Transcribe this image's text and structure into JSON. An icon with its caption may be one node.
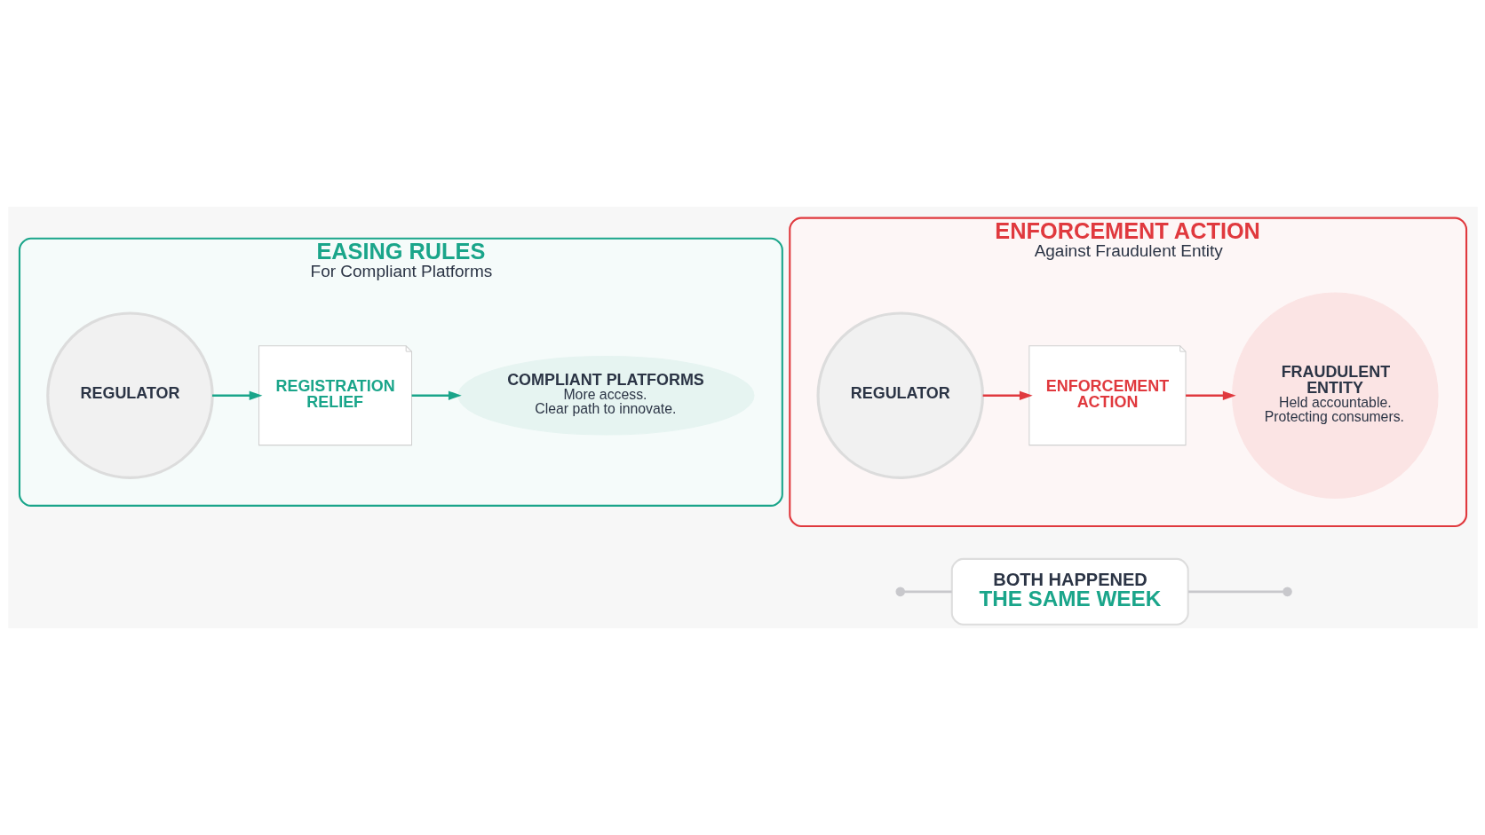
{
  "diagram": {
    "nodes": [
      {
        "text": [
          "EASING RULES",
          "For Compliant Platforms"
        ]
      },
      {
        "text": [
          "REGULATOR"
        ],
        "in": 0
      },
      {
        "text": [
          "REGISTRATION RELIEF"
        ],
        "in": 0
      },
      {
        "text": [
          "COMPLIANT PLATFORMS",
          "More access. Clear path to innovate."
        ],
        "in": 0
      },
      {
        "text": [
          "ENFORCEMENT ACTION",
          "Against Fraudulent Entity"
        ]
      },
      {
        "text": [
          "REGULATOR"
        ],
        "in": 4
      },
      {
        "text": [
          "ENFORCEMENT ACTION"
        ],
        "in": 4
      },
      {
        "text": [
          "FRAUDULENT ENTITY",
          "Held accountable. Protecting consumers."
        ],
        "in": 4
      },
      {
        "text": [
          "BOTH HAPPENED",
          "THE SAME WEEK"
        ]
      },
      {
        "text": [],
        "shape": "circle"
      },
      {
        "text": [],
        "shape": "circle"
      }
    ],
    "edges": [
      {
        "from": 1,
        "to": 2,
        "arrow": "to",
        "color": "#1aa58a"
      },
      {
        "from": 2,
        "to": 3,
        "arrow": "to",
        "color": "#1aa58a"
      },
      {
        "from": 5,
        "to": 6,
        "arrow": "to",
        "color": "#e0393e"
      },
      {
        "from": 6,
        "to": 7,
        "arrow": "to",
        "color": "#e0393e"
      },
      {
        "from": 9,
        "to": 8,
        "arrow": "none",
        "color": "#c8c8cc"
      },
      {
        "from": 8,
        "to": 10,
        "arrow": "none",
        "color": "#c8c8cc"
      }
    ]
  }
}
